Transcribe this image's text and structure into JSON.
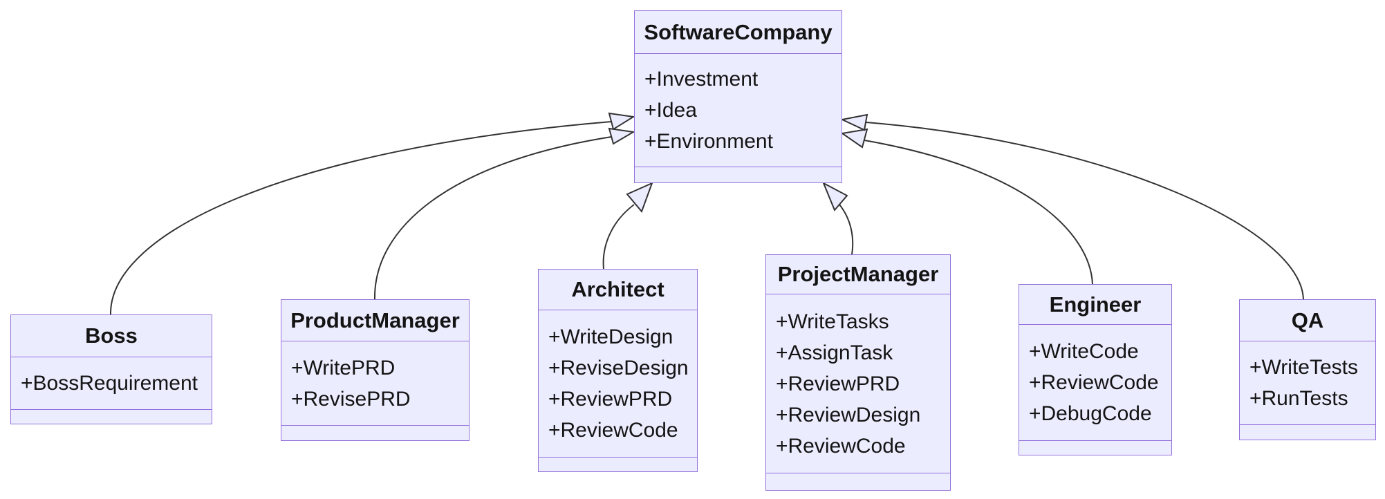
{
  "diagram": {
    "kind": "uml-class-diagram",
    "classes": [
      {
        "id": "software-company",
        "name": "SoftwareCompany",
        "members": [
          "+Investment",
          "+Idea",
          "+Environment"
        ]
      },
      {
        "id": "boss",
        "name": "Boss",
        "members": [
          "+BossRequirement"
        ]
      },
      {
        "id": "product-manager",
        "name": "ProductManager",
        "members": [
          "+WritePRD",
          "+RevisePRD"
        ]
      },
      {
        "id": "architect",
        "name": "Architect",
        "members": [
          "+WriteDesign",
          "+ReviseDesign",
          "+ReviewPRD",
          "+ReviewCode"
        ]
      },
      {
        "id": "project-manager",
        "name": "ProjectManager",
        "members": [
          "+WriteTasks",
          "+AssignTask",
          "+ReviewPRD",
          "+ReviewDesign",
          "+ReviewCode"
        ]
      },
      {
        "id": "engineer",
        "name": "Engineer",
        "members": [
          "+WriteCode",
          "+ReviewCode",
          "+DebugCode"
        ]
      },
      {
        "id": "qa",
        "name": "QA",
        "members": [
          "+WriteTests",
          "+RunTests"
        ]
      }
    ],
    "relations": [
      {
        "from": "Boss",
        "to": "SoftwareCompany",
        "type": "inheritance"
      },
      {
        "from": "ProductManager",
        "to": "SoftwareCompany",
        "type": "inheritance"
      },
      {
        "from": "Architect",
        "to": "SoftwareCompany",
        "type": "inheritance"
      },
      {
        "from": "ProjectManager",
        "to": "SoftwareCompany",
        "type": "inheritance"
      },
      {
        "from": "Engineer",
        "to": "SoftwareCompany",
        "type": "inheritance"
      },
      {
        "from": "QA",
        "to": "SoftwareCompany",
        "type": "inheritance"
      }
    ],
    "colors": {
      "node_fill": "#ECECFF",
      "node_border": "#9370DB",
      "edge": "#333333",
      "text": "#141414",
      "background": "#FFFFFF"
    }
  }
}
